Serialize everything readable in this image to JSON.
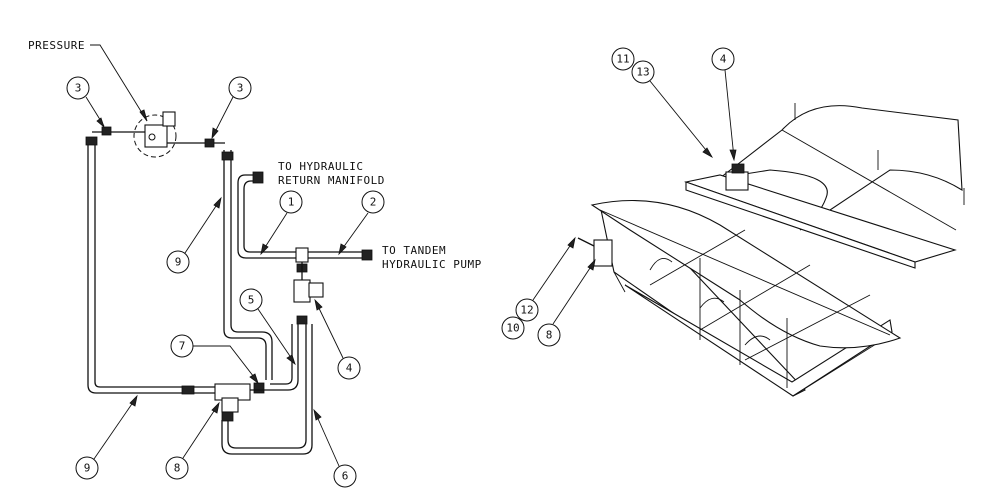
{
  "labels": {
    "pressure": "PRESSURE",
    "return_line1": "TO HYDRAULIC",
    "return_line2": "RETURN MANIFOLD",
    "pump_line1": "TO TANDEM",
    "pump_line2": "HYDRAULIC PUMP"
  },
  "callouts": {
    "left_3a": "3",
    "left_3b": "3",
    "left_9_upper": "9",
    "left_1": "1",
    "left_2": "2",
    "left_5": "5",
    "left_4": "4",
    "left_7": "7",
    "left_9_lower": "9",
    "left_8": "8",
    "left_6": "6",
    "right_11": "11",
    "right_13": "13",
    "right_4": "4",
    "right_12": "12",
    "right_10": "10",
    "right_8": "8"
  }
}
